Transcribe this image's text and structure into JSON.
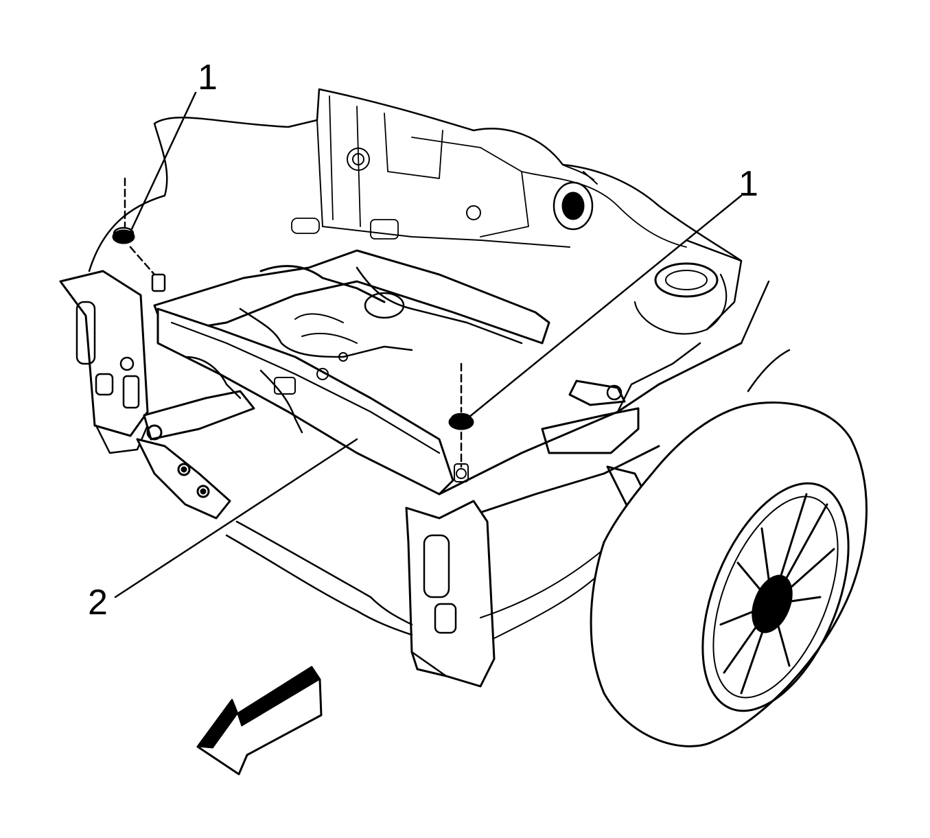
{
  "callouts": [
    {
      "id": "callout-1-left",
      "label": "1"
    },
    {
      "id": "callout-1-right",
      "label": "1"
    },
    {
      "id": "callout-2",
      "label": "2"
    }
  ],
  "icons": {
    "direction_arrow": "front-direction-arrow-icon"
  },
  "colors": {
    "ink": "#000000",
    "paper": "#ffffff"
  }
}
